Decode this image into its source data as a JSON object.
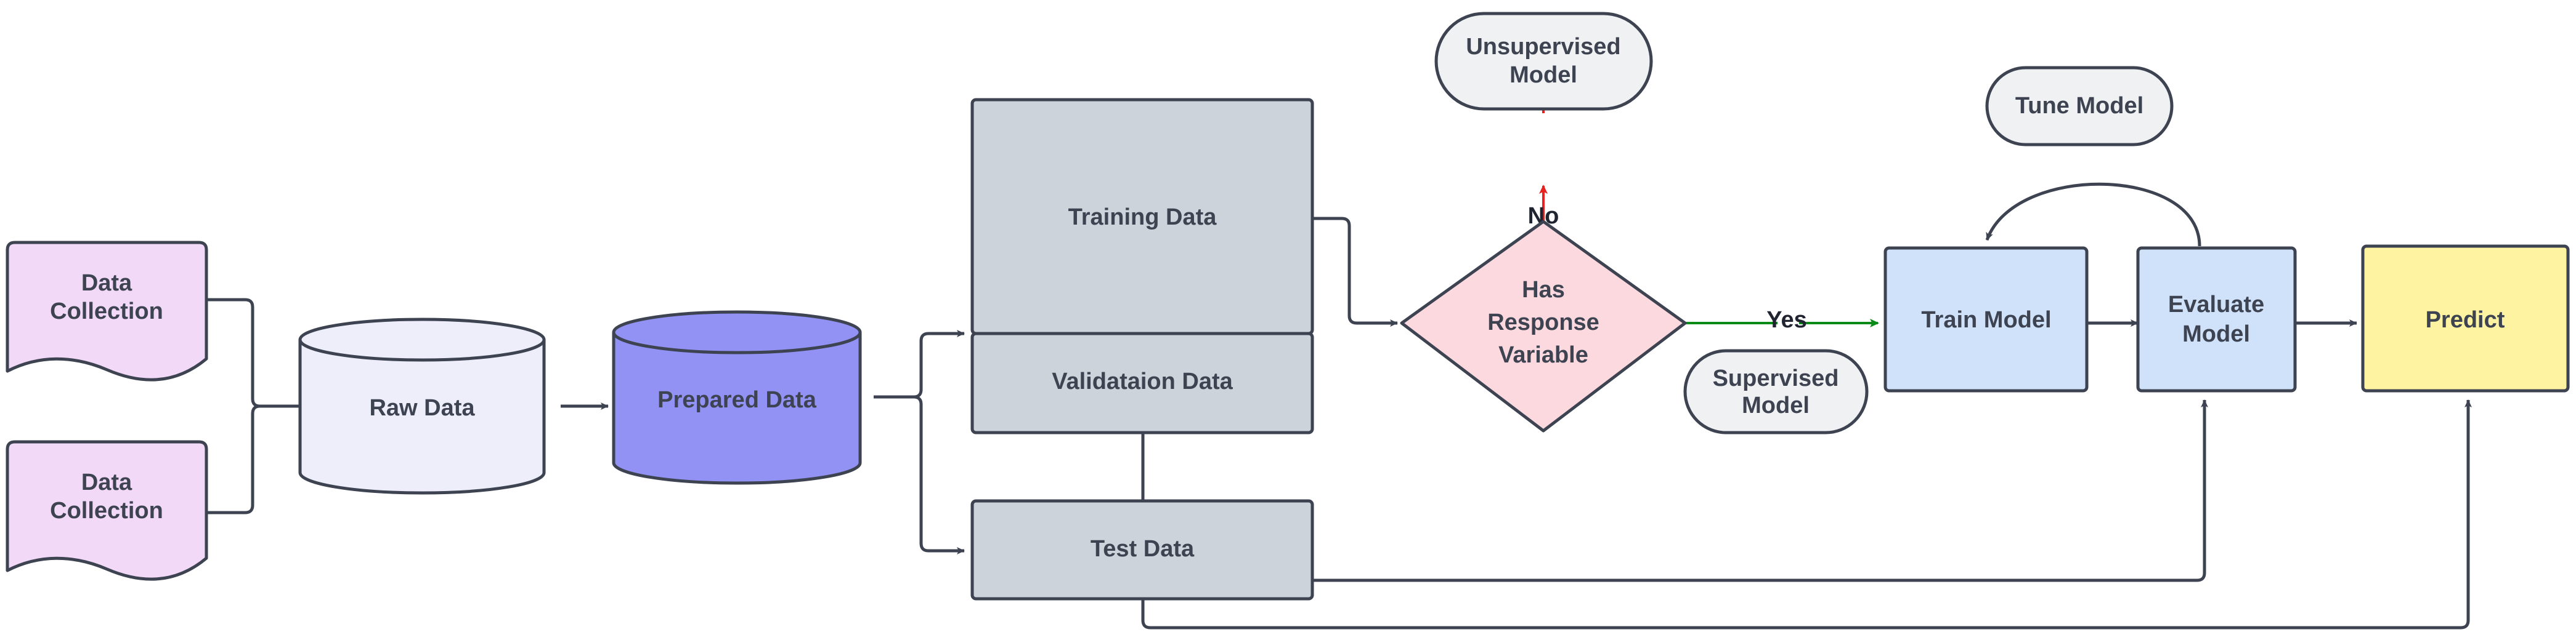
{
  "diagram": {
    "title": "Machine Learning Workflow Flowchart",
    "type": "flowchart",
    "background": "#ffffff",
    "stroke_color": "#3d4351",
    "text_color": "#3d4351"
  },
  "palette": {
    "document_pink": "#f3d9f8",
    "cylinder_white": "#eeeefb",
    "cylinder_purple": "#9292f4",
    "data_gray": "#ccd3da",
    "decision_pink": "#fbd9de",
    "stadium_gray": "#f0f1f3",
    "process_blue": "#cfe2fa",
    "predict_yellow": "#fdf3a0",
    "arrow_red": "#e8211e",
    "arrow_green": "#0a8a16",
    "arrow_default": "#3d4351"
  },
  "nodes": {
    "data_collection_1": {
      "label": "Data\nCollection",
      "shape": "document",
      "fill": "#f3d9f8"
    },
    "data_collection_2": {
      "label": "Data\nCollection",
      "shape": "document",
      "fill": "#f3d9f8"
    },
    "raw_data": {
      "label": "Raw Data",
      "shape": "cylinder",
      "fill": "#eeeefb"
    },
    "prepared_data": {
      "label": "Prepared Data",
      "shape": "cylinder",
      "fill": "#9292f4"
    },
    "training_data": {
      "label": "Training Data",
      "shape": "rectangle",
      "fill": "#ccd3da"
    },
    "validation_data": {
      "label": "Validataion Data",
      "shape": "rectangle",
      "fill": "#ccd3da"
    },
    "test_data": {
      "label": "Test Data",
      "shape": "rectangle",
      "fill": "#ccd3da"
    },
    "has_response_variable": {
      "label": "Has\nResponse\nVariable",
      "shape": "diamond",
      "fill": "#fbd9de"
    },
    "unsupervised_model": {
      "label": "Unsupervised\nModel",
      "shape": "stadium",
      "fill": "#f0f1f3"
    },
    "supervised_model": {
      "label": "Supervised\nModel",
      "shape": "stadium",
      "fill": "#f0f1f3"
    },
    "tune_model": {
      "label": "Tune Model",
      "shape": "stadium",
      "fill": "#f0f1f3"
    },
    "train_model": {
      "label": "Train Model",
      "shape": "rectangle",
      "fill": "#cfe2fa"
    },
    "evaluate_model": {
      "label": "Evaluate\nModel",
      "shape": "rectangle",
      "fill": "#cfe2fa"
    },
    "predict": {
      "label": "Predict",
      "shape": "rectangle",
      "fill": "#fdf3a0"
    }
  },
  "edge_labels": {
    "no": "No",
    "yes": "Yes"
  },
  "edges": [
    {
      "from": "data_collection_1",
      "to": "raw_data",
      "label": "",
      "color": "#3d4351"
    },
    {
      "from": "data_collection_2",
      "to": "raw_data",
      "label": "",
      "color": "#3d4351"
    },
    {
      "from": "raw_data",
      "to": "prepared_data",
      "label": "",
      "color": "#3d4351"
    },
    {
      "from": "prepared_data",
      "to": "validation_data",
      "label": "",
      "color": "#3d4351"
    },
    {
      "from": "prepared_data",
      "to": "test_data",
      "label": "",
      "color": "#3d4351"
    },
    {
      "from": "training_data",
      "to": "has_response_variable",
      "label": "",
      "color": "#3d4351"
    },
    {
      "from": "has_response_variable",
      "to": "unsupervised_model",
      "label": "No",
      "color": "#e8211e"
    },
    {
      "from": "has_response_variable",
      "to": "train_model",
      "label": "Yes",
      "color": "#0a8a16"
    },
    {
      "from": "train_model",
      "to": "evaluate_model",
      "label": "",
      "color": "#3d4351"
    },
    {
      "from": "evaluate_model",
      "to": "train_model",
      "label": "",
      "color": "#3d4351"
    },
    {
      "from": "evaluate_model",
      "to": "predict",
      "label": "",
      "color": "#3d4351"
    },
    {
      "from": "validation_data",
      "to": "evaluate_model",
      "label": "",
      "color": "#3d4351"
    },
    {
      "from": "test_data",
      "to": "predict",
      "label": "",
      "color": "#3d4351"
    }
  ]
}
